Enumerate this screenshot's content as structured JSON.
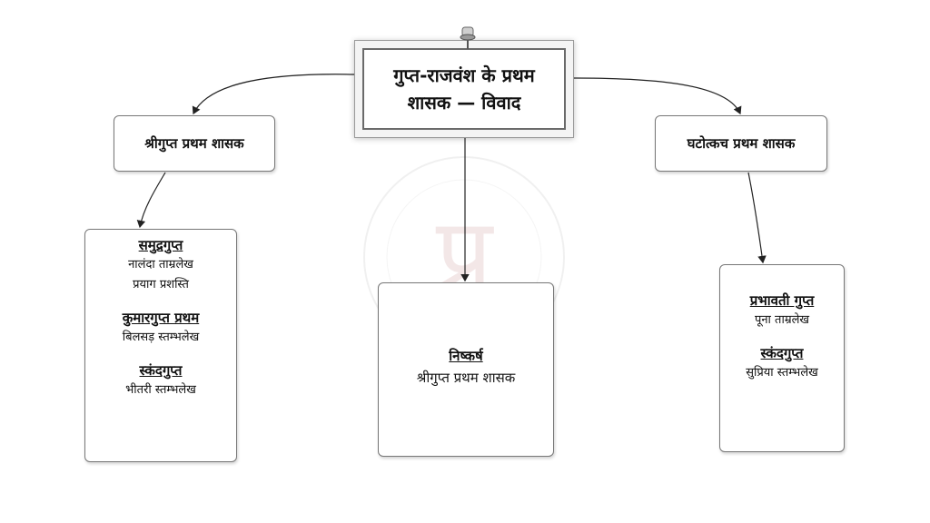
{
  "title": {
    "line1": "गुप्त-राजवंश के प्रथम",
    "line2": "शासक — विवाद"
  },
  "left_branch": {
    "label": "श्रीगुप्त प्रथम शासक",
    "groups": [
      {
        "ruler": "समुद्रगुप्त",
        "sources": [
          "नालंदा ताम्रलेख",
          "प्रयाग प्रशस्ति"
        ]
      },
      {
        "ruler": "कुमारगुप्त प्रथम",
        "sources": [
          "बिलसड़ स्तम्भलेख"
        ]
      },
      {
        "ruler": "स्कंदगुप्त",
        "sources": [
          "भीतरी स्तम्भलेख"
        ]
      }
    ]
  },
  "right_branch": {
    "label": "घटोत्कच प्रथम शासक",
    "groups": [
      {
        "ruler": "प्रभावती गुप्त",
        "sources": [
          "पूना ताम्रलेख"
        ]
      },
      {
        "ruler": "स्कंदगुप्त",
        "sources": [
          "सुप्रिया स्तम्भलेख"
        ]
      }
    ]
  },
  "conclusion": {
    "heading": "निष्कर्ष",
    "text": "श्रीगुप्त प्रथम शासक"
  },
  "watermark": {
    "glyph": "प्र"
  }
}
